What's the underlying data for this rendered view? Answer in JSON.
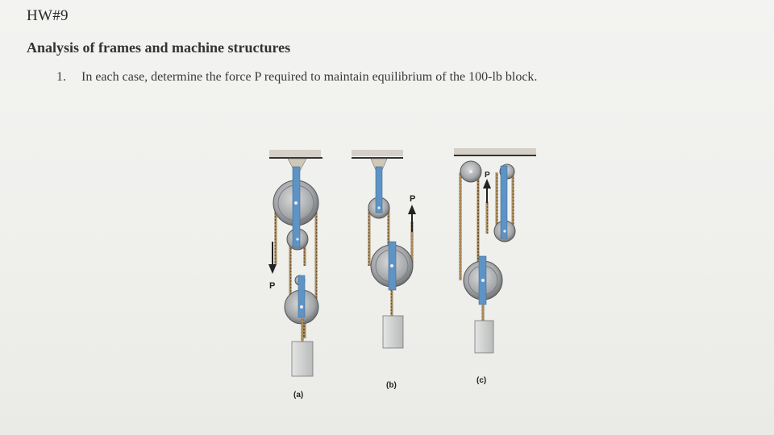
{
  "header": {
    "hw_title": "HW#9",
    "section_title": "Analysis of frames and machine structures"
  },
  "problem": {
    "number": "1.",
    "text": "In each case, determine the force P required to maintain equilibrium of the 100-lb block."
  },
  "figures": {
    "force_label": "P",
    "captions": [
      "(a)",
      "(b)",
      "(c)"
    ]
  },
  "colors": {
    "link": "#5e93c6",
    "pulley": "#8f9295",
    "rope": "#9a7b4f",
    "block": "#cfd0d0"
  }
}
